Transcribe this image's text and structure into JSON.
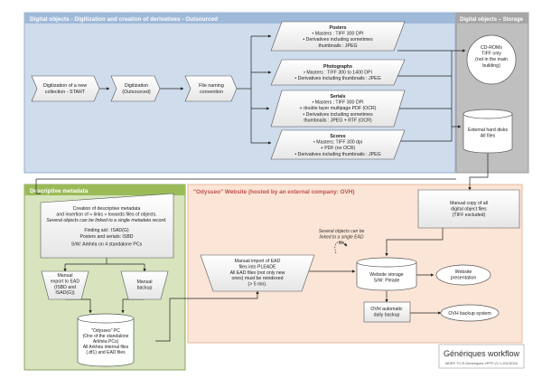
{
  "panels": {
    "digitization": {
      "title": "Digital objects - Digitization and creation of derivatives - Outsourced",
      "fill": "#cfdcec",
      "title_color": "#ffffff"
    },
    "storage": {
      "title": "Digital objects – Storage",
      "fill": "#bfbfbf",
      "title_color": "#ffffff"
    },
    "descriptive": {
      "title": "Descriptive metadata",
      "fill": "#d7e4bd",
      "title_color": "#ffffff"
    },
    "website": {
      "title": "\"Odysseo\" Website (hosted by an external company: OVH)",
      "fill": "#fbe5d6",
      "title_color": "#c0504d"
    }
  },
  "nodes": {
    "start": {
      "lines": [
        "Digitization of a new",
        "collection - START"
      ]
    },
    "digitization": {
      "lines": [
        "Digitization",
        "(Outsourced)"
      ]
    },
    "naming": {
      "lines": [
        "File naming",
        "convention"
      ]
    },
    "posters": {
      "lines": [
        "Posters",
        "• Masters : TIFF 300 DPI",
        "• Derivatives including sometimes",
        "thumbnails : JPEG"
      ]
    },
    "photographs": {
      "lines": [
        "Photographs",
        "• Masters : TIFF 300 to 1400 DPI",
        "• Derivatives including thumbnails : JPEG"
      ]
    },
    "serials": {
      "lines": [
        "Serials",
        "• Masters : TIFF 300 DPI",
        "+ double layer multipage PDF (OCR)",
        "• Derivatives including sometimes",
        "thumbnails : JPEG + RTF (OCR)"
      ]
    },
    "scores": {
      "lines": [
        "Scores",
        "• Masters: TIFF 300 dpi",
        "+ PDF (no OCR)",
        "• Derivatives including thumbnails : JPEG"
      ]
    },
    "cdroms": {
      "lines": [
        "CD-ROMs",
        "TIFF only",
        "(not in the main",
        "building)"
      ]
    },
    "harddisks": {
      "lines": [
        "External hard disks",
        "All files"
      ]
    },
    "metadata_creation": {
      "lines": [
        "Creation of descriptive metadata",
        "and insertion of « links » towards files of objects."
      ],
      "italic": "Several objects can be linked to a single metadata record.",
      "finding_aid": "Finding aid : ISAD(G)",
      "posters_serials": "Posters and serials: ISBD",
      "software": "S/W: Arkhéa on 4 standalone PCs"
    },
    "export_ead": {
      "lines": [
        "Manual",
        "export to EAD",
        "(ISBD and",
        "ISAD(G))"
      ]
    },
    "manual_backup": {
      "lines": [
        "Manual",
        "backup"
      ]
    },
    "odysseo_pc": {
      "lines": [
        "\"Odysseo\" PC",
        "(One of the standalone",
        "Arkhéa PCs)",
        "",
        "All Arkhéa internal files",
        "(.df1) and EAD files"
      ]
    },
    "manual_copy": {
      "lines": [
        "Manual copy of all",
        "digital object files",
        "(TIFF excluded)"
      ]
    },
    "manual_import": {
      "lines": [
        "Manual import of EAD",
        "files into PLEADE",
        "",
        "All EAD files (not only new",
        "ones) must be reindexed",
        "(> 5 mn)."
      ]
    },
    "note": {
      "lines": [
        "Several objects can be",
        "linked to a single EAD",
        "file"
      ]
    },
    "website_storage": {
      "lines": [
        "Website storage",
        "S/W: Pleade"
      ]
    },
    "presentation": {
      "lines": [
        "Website",
        "presentation"
      ]
    },
    "ovh_backup": {
      "lines": [
        "OVH automatic",
        "daily backup"
      ]
    },
    "ovh_system": {
      "lines": [
        "OVH backup system"
      ]
    }
  },
  "workflow_title": "Génériques workflow",
  "workflow_code": "MDRF-TC-R-Generiques-VPFF-V1.1-20130110"
}
